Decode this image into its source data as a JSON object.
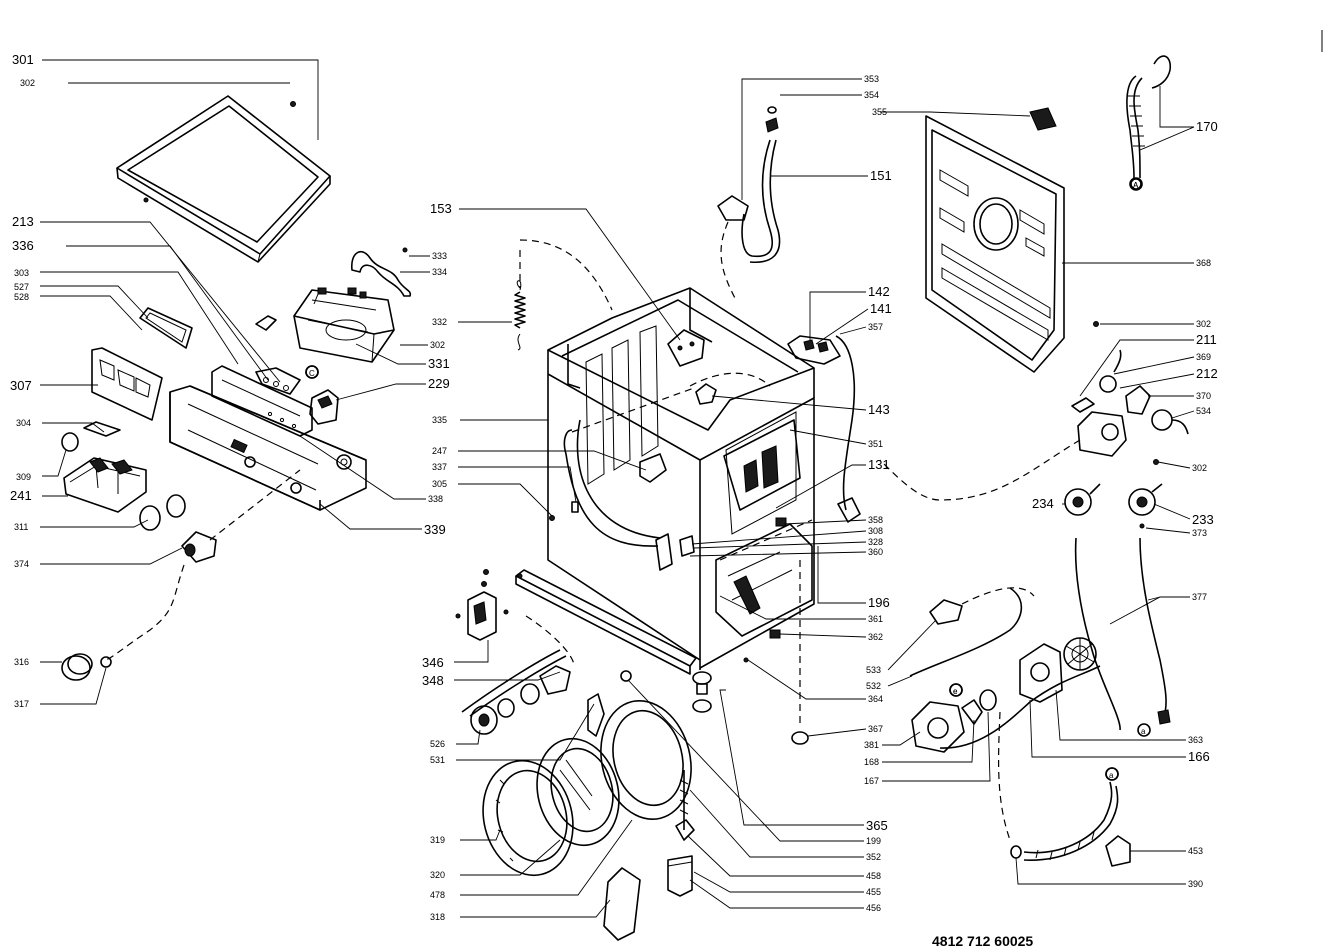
{
  "document_number": "4812 712 60025",
  "callouts": [
    {
      "id": "301",
      "size": "big"
    },
    {
      "id": "302",
      "size": "small"
    },
    {
      "id": "213",
      "size": "big"
    },
    {
      "id": "336",
      "size": "big"
    },
    {
      "id": "303",
      "size": "small"
    },
    {
      "id": "527",
      "size": "small"
    },
    {
      "id": "528",
      "size": "small"
    },
    {
      "id": "307",
      "size": "big"
    },
    {
      "id": "304",
      "size": "small"
    },
    {
      "id": "309",
      "size": "small"
    },
    {
      "id": "241",
      "size": "big"
    },
    {
      "id": "311",
      "size": "small"
    },
    {
      "id": "374",
      "size": "small"
    },
    {
      "id": "316",
      "size": "small"
    },
    {
      "id": "317",
      "size": "small"
    },
    {
      "id": "333",
      "size": "small"
    },
    {
      "id": "334",
      "size": "small"
    },
    {
      "id": "302",
      "size": "small"
    },
    {
      "id": "331",
      "size": "big"
    },
    {
      "id": "229",
      "size": "big"
    },
    {
      "id": "338",
      "size": "small"
    },
    {
      "id": "339",
      "size": "big"
    },
    {
      "id": "153",
      "size": "big"
    },
    {
      "id": "332",
      "size": "small"
    },
    {
      "id": "335",
      "size": "small"
    },
    {
      "id": "247",
      "size": "small"
    },
    {
      "id": "337",
      "size": "small"
    },
    {
      "id": "305",
      "size": "small"
    },
    {
      "id": "346",
      "size": "big"
    },
    {
      "id": "348",
      "size": "big"
    },
    {
      "id": "526",
      "size": "small"
    },
    {
      "id": "531",
      "size": "small"
    },
    {
      "id": "319",
      "size": "small"
    },
    {
      "id": "320",
      "size": "small"
    },
    {
      "id": "478",
      "size": "small"
    },
    {
      "id": "318",
      "size": "small"
    },
    {
      "id": "353",
      "size": "small"
    },
    {
      "id": "354",
      "size": "small"
    },
    {
      "id": "355",
      "size": "small"
    },
    {
      "id": "151",
      "size": "big"
    },
    {
      "id": "142",
      "size": "big"
    },
    {
      "id": "141",
      "size": "big"
    },
    {
      "id": "357",
      "size": "small"
    },
    {
      "id": "143",
      "size": "big"
    },
    {
      "id": "351",
      "size": "small"
    },
    {
      "id": "131",
      "size": "big"
    },
    {
      "id": "358",
      "size": "small"
    },
    {
      "id": "308",
      "size": "small"
    },
    {
      "id": "328",
      "size": "small"
    },
    {
      "id": "360",
      "size": "small"
    },
    {
      "id": "196",
      "size": "big"
    },
    {
      "id": "361",
      "size": "small"
    },
    {
      "id": "362",
      "size": "small"
    },
    {
      "id": "364",
      "size": "small"
    },
    {
      "id": "367",
      "size": "small"
    },
    {
      "id": "365",
      "size": "big"
    },
    {
      "id": "199",
      "size": "small"
    },
    {
      "id": "352",
      "size": "small"
    },
    {
      "id": "458",
      "size": "small"
    },
    {
      "id": "455",
      "size": "small"
    },
    {
      "id": "456",
      "size": "small"
    },
    {
      "id": "170",
      "size": "big"
    },
    {
      "id": "368",
      "size": "small"
    },
    {
      "id": "302",
      "size": "small"
    },
    {
      "id": "211",
      "size": "big"
    },
    {
      "id": "369",
      "size": "small"
    },
    {
      "id": "212",
      "size": "big"
    },
    {
      "id": "370",
      "size": "small"
    },
    {
      "id": "534",
      "size": "small"
    },
    {
      "id": "302",
      "size": "small"
    },
    {
      "id": "234",
      "size": "big"
    },
    {
      "id": "233",
      "size": "big"
    },
    {
      "id": "373",
      "size": "small"
    },
    {
      "id": "377",
      "size": "small"
    },
    {
      "id": "533",
      "size": "small"
    },
    {
      "id": "532",
      "size": "small"
    },
    {
      "id": "381",
      "size": "small"
    },
    {
      "id": "168",
      "size": "small"
    },
    {
      "id": "167",
      "size": "small"
    },
    {
      "id": "363",
      "size": "small"
    },
    {
      "id": "166",
      "size": "big"
    },
    {
      "id": "453",
      "size": "small"
    },
    {
      "id": "390",
      "size": "small"
    }
  ],
  "connector_markers": [
    "A",
    "A",
    "C",
    "e",
    "e",
    "a",
    "a"
  ]
}
